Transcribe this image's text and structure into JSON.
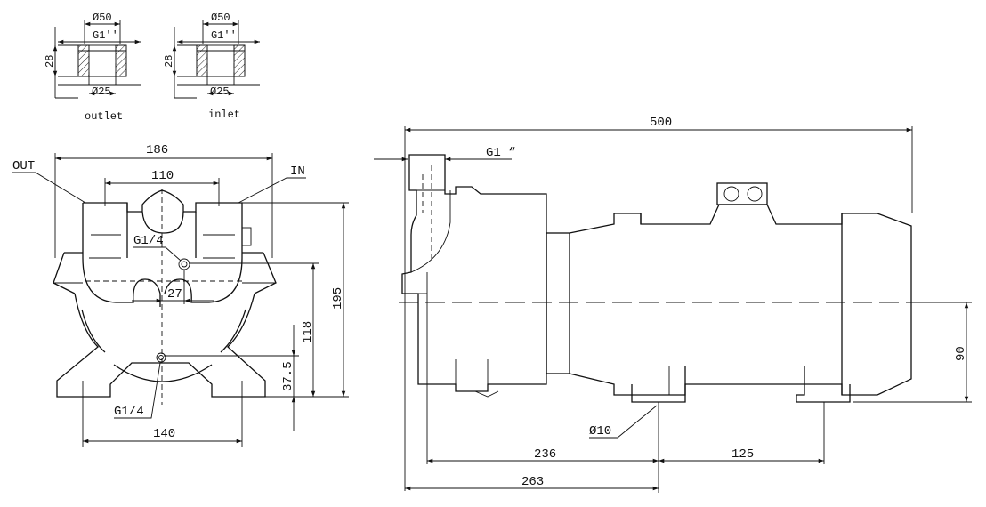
{
  "detail_outlet": {
    "label": "outlet",
    "dia_top": "Ø50",
    "thread": "G1''",
    "depth": "28",
    "dia_bottom": "Ø25"
  },
  "detail_inlet": {
    "label": "inlet",
    "dia_top": "Ø50",
    "thread": "G1''",
    "depth": "28",
    "dia_bottom": "Ø25"
  },
  "front_view": {
    "label_out": "OUT",
    "label_in": "IN",
    "dim_width": "186",
    "dim_ports": "110",
    "thread_top": "G1/4",
    "dim_offset": "27",
    "dim_height": "195",
    "dim_shaft": "118",
    "dim_bottom_port": "37.5",
    "thread_bottom": "G1/4",
    "dim_feet": "140"
  },
  "side_view": {
    "dim_length": "500",
    "thread": "G1 “",
    "dim_shaft_height": "90",
    "hole": "Ø10",
    "dim_feet_offset": "236",
    "dim_feet_spacing": "125",
    "dim_feet_total": "263"
  }
}
